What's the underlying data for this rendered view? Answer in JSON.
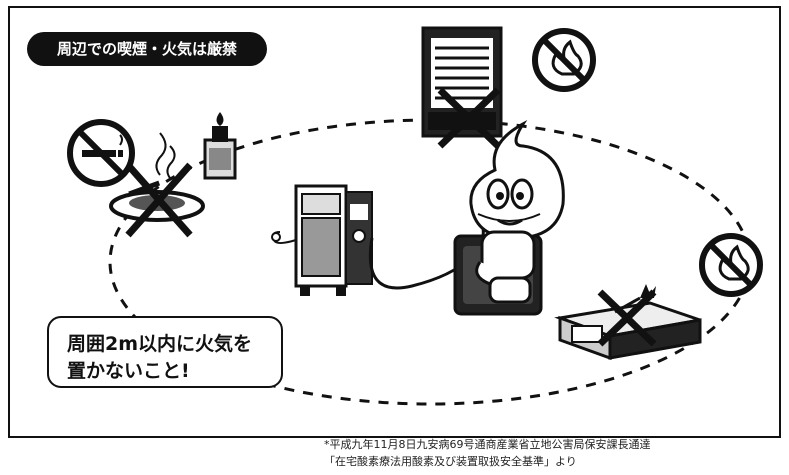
{
  "title": "周辺での喫煙・火気は厳禁",
  "caution": {
    "line1": "周囲2m以内に火気を",
    "line2": "置かないこと!"
  },
  "footnote": {
    "line1": "*平成九年11月8日九安病69号通商産業省立地公害局保安課長通達",
    "line2": "「在宅酸素療法用酸素及び装置取扱安全基準」より"
  },
  "icons": {
    "no_smoking": "no-smoking-icon",
    "no_fire_1": "no-open-flame-icon",
    "no_fire_2": "no-open-flame-icon",
    "prohibited_cross": "x-mark-icon"
  },
  "colors": {
    "ink": "#111111",
    "background": "#ffffff"
  }
}
